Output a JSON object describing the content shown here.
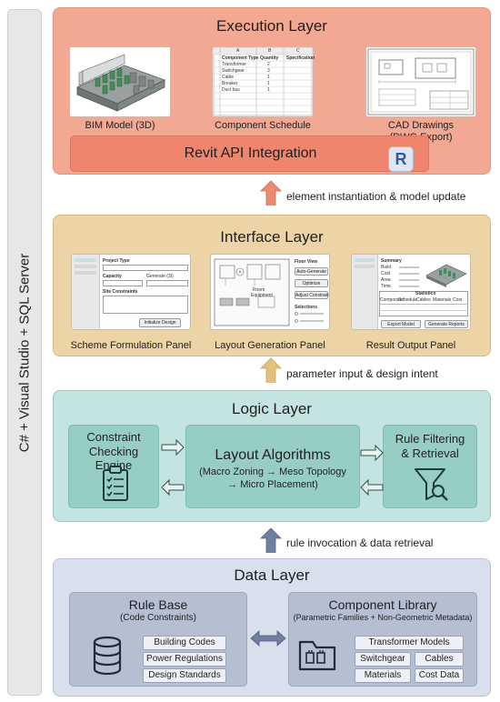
{
  "side_label": "C# + Visual Studio + SQL Server",
  "execution": {
    "title": "Execution Layer",
    "bim_caption": "BIM Model (3D)",
    "schedule_caption": "Component Schedule",
    "schedule_headers": [
      "Component Type",
      "Quantity",
      "Specification"
    ],
    "schedule_col_letters": [
      "A",
      "B",
      "C"
    ],
    "schedule_rows": [
      [
        "Transformer",
        "2",
        ""
      ],
      [
        "Switchgear",
        "3",
        ""
      ],
      [
        "Cable",
        "1",
        ""
      ],
      [
        "Breaker",
        "1",
        ""
      ],
      [
        "Duct bus",
        "1",
        ""
      ]
    ],
    "cad_caption_1": "CAD Drawings",
    "cad_caption_2": "(DWG Export)",
    "api_label": "Revit API Integration",
    "api_logo": "R"
  },
  "connectors": {
    "exec_iface": "element instantiation & model update",
    "iface_logic": "parameter input & design intent",
    "logic_data": "rule invocation & data retrieval"
  },
  "interface": {
    "title": "Interface Layer",
    "scheme": {
      "caption": "Scheme Formulation Panel",
      "project_type": "Project Type",
      "capacity": "Capacity",
      "generate": "Generate (3t)",
      "site_constraints": "Site Constraints",
      "initialize_button": "Initialize Design"
    },
    "layout": {
      "caption": "Layout Generation Panel",
      "floor_view": "Floor View",
      "auto_generate": "Auto-Generate",
      "optimize": "Optimize",
      "adjust_constraints": "Adjust Constraints",
      "selections": "Selections",
      "room_label": "Room",
      "equipment_label": "Equipment"
    },
    "result": {
      "caption": "Result Output Panel",
      "summary": "Summary",
      "summary_rows": [
        "Build",
        "Cost",
        "Area",
        "Time"
      ],
      "table_title": "Statistics",
      "table_headers": [
        "Component",
        "Schedule",
        "Cables",
        "Materials",
        "Cost"
      ],
      "export_button": "Export Model",
      "reports_button": "Generate Reports"
    }
  },
  "logic": {
    "title": "Logic Layer",
    "constraint_line1": "Constraint",
    "constraint_line2": "Checking Engine",
    "layout_title": "Layout Algorithms",
    "layout_sub1": "(Macro Zoning → Meso Topology",
    "layout_sub2": "→ Micro Placement)",
    "rule_line1": "Rule Filtering",
    "rule_line2": "& Retrieval"
  },
  "data": {
    "title": "Data Layer",
    "rule_base": {
      "title": "Rule Base",
      "subtitle": "(Code Constraints)",
      "tags": [
        "Building Codes",
        "Power Regulations",
        "Design Standards"
      ]
    },
    "component_library": {
      "title": "Component Library",
      "subtitle": "(Parametric Families + Non-Geometric Metadata)",
      "tags": [
        "Transformer Models",
        "Switchgear",
        "Cables",
        "Materials",
        "Cost Data"
      ]
    }
  },
  "colors": {
    "execution_bg": "#f2a892",
    "revit_strip": "#ee856c",
    "interface_bg": "#ecd4a6",
    "logic_bg": "#c3e4e0",
    "logic_box": "#96cec6",
    "data_bg": "#d9dfec",
    "data_box": "#b6bfd2",
    "arrow_up_exec": "#ec8a70",
    "arrow_up_iface": "#e2c17f",
    "arrow_up_logic": "#6f7fa0"
  }
}
